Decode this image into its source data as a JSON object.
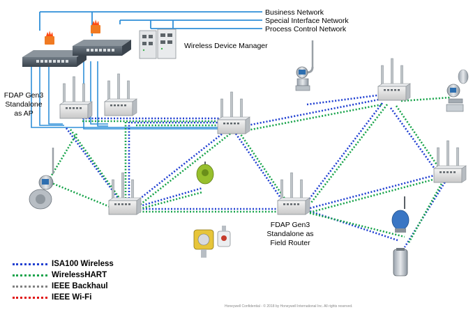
{
  "networks": {
    "business": "Business Network",
    "special": "Special Interface Network",
    "process": "Process Control Network"
  },
  "labels": {
    "wdm": "Wireless Device Manager",
    "fdap_ap": [
      "FDAP Gen3",
      "Standalone",
      "as AP"
    ],
    "fdap_router": [
      "FDAP Gen3",
      "Standalone as",
      "Field Router"
    ]
  },
  "legend": [
    {
      "label": "ISA100 Wireless",
      "color": "#1f3fd1"
    },
    {
      "label": "WirelessHART",
      "color": "#17a34a"
    },
    {
      "label": "IEEE Backhaul",
      "color": "#808080"
    },
    {
      "label": "IEEE Wi-Fi",
      "color": "#e01010"
    }
  ],
  "footer": "Honeywell Confidential - © 2018 by Honeywell International Inc. All rights reserved.",
  "colors": {
    "wire": "#2f8fd8",
    "isa100": "#1f3fd1",
    "wirelesshart": "#17a34a"
  },
  "icons": [
    "firewall-icon",
    "network-switch-icon",
    "wireless-device-manager-icon",
    "access-point-icon",
    "transmitter-icon"
  ]
}
